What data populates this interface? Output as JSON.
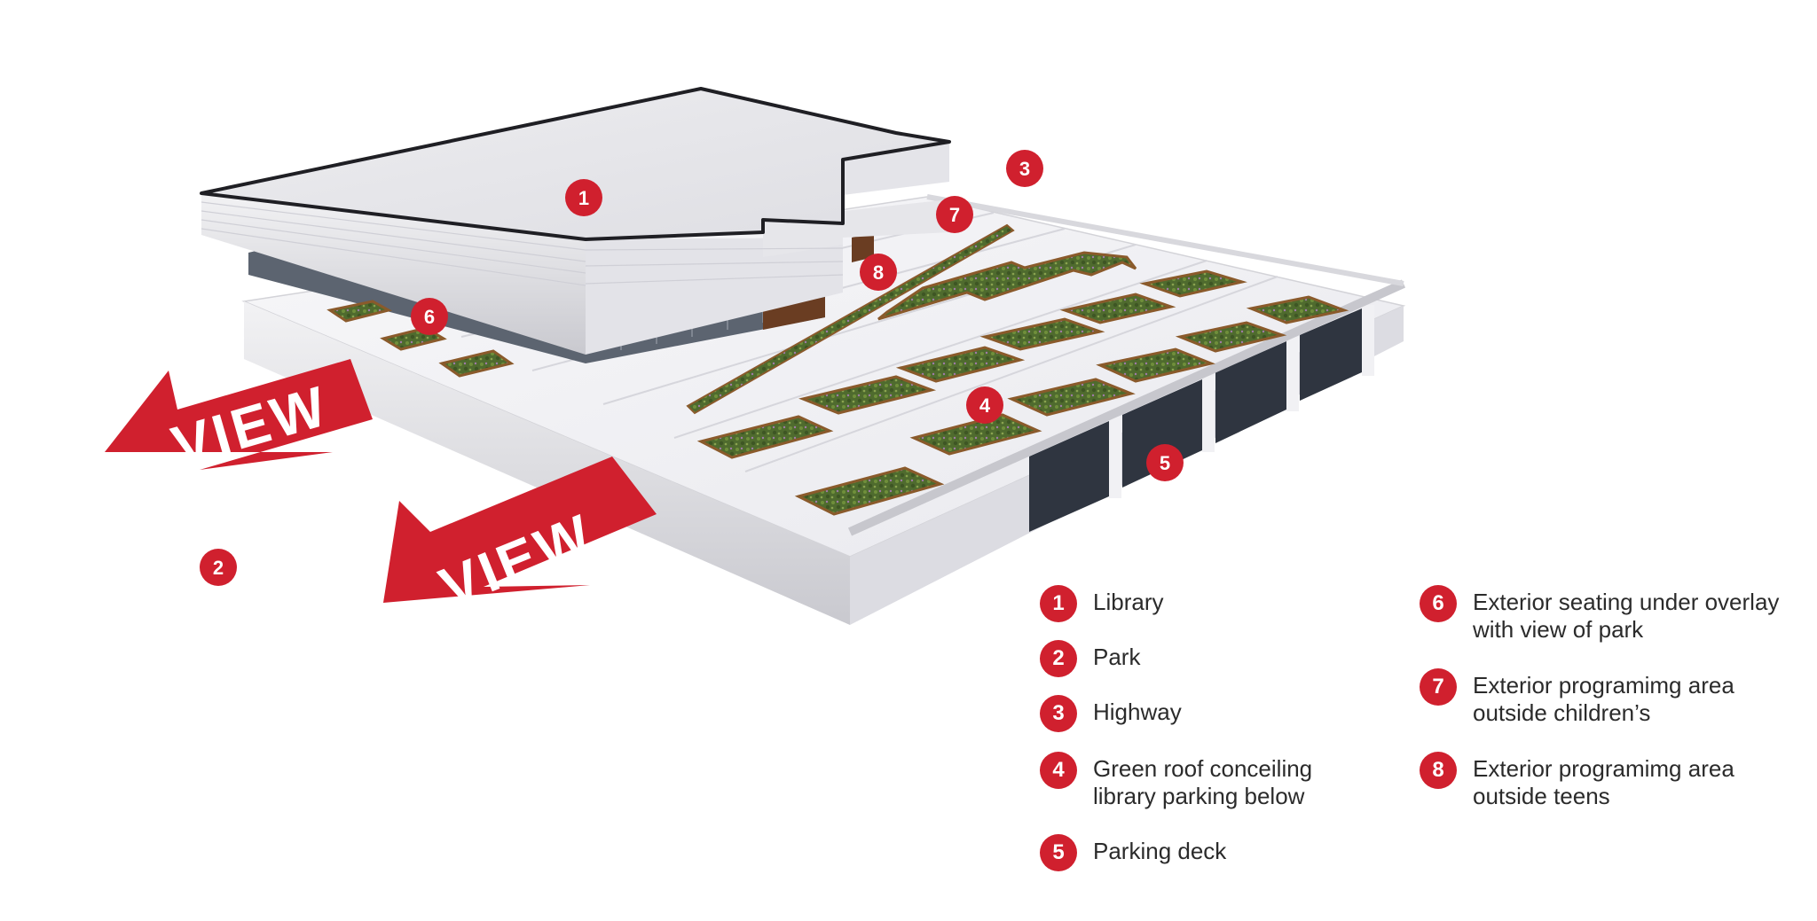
{
  "colors": {
    "accent": "#d0202e",
    "roof": "#e6e6e8",
    "deck": "#f4f4f6",
    "green": "#4f6b2e",
    "planter_rim": "#8a5a2b",
    "text": "#2b2b2b"
  },
  "arrows": [
    {
      "label": "VIEW"
    },
    {
      "label": "VIEW"
    }
  ],
  "markers": [
    {
      "id": "1",
      "label": "1"
    },
    {
      "id": "2",
      "label": "2"
    },
    {
      "id": "3",
      "label": "3"
    },
    {
      "id": "4",
      "label": "4"
    },
    {
      "id": "5",
      "label": "5"
    },
    {
      "id": "6",
      "label": "6"
    },
    {
      "id": "7",
      "label": "7"
    },
    {
      "id": "8",
      "label": "8"
    }
  ],
  "legend": [
    {
      "number": "1",
      "text": "Library"
    },
    {
      "number": "2",
      "text": "Park"
    },
    {
      "number": "3",
      "text": "Highway"
    },
    {
      "number": "4",
      "text": "Green roof conceiling\nlibrary parking below"
    },
    {
      "number": "5",
      "text": "Parking deck"
    },
    {
      "number": "6",
      "text": "Exterior seating under overlay\nwith view of park"
    },
    {
      "number": "7",
      "text": "Exterior programimg area\noutside children’s"
    },
    {
      "number": "8",
      "text": "Exterior programimg area\noutside teens"
    }
  ]
}
